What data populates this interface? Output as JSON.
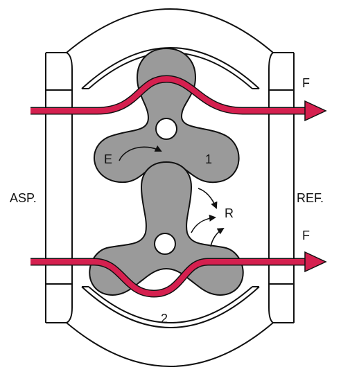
{
  "labels": {
    "inlet": "ASP.",
    "outlet": "REF.",
    "flow_top": "F",
    "flow_bottom": "F",
    "lobe_top": "1",
    "lobe_bottom": "2",
    "entry": "E",
    "return": "R"
  },
  "colors": {
    "lobe_fill": "#9a9a9a",
    "lobe_stroke": "#111111",
    "flow": "#d5204f",
    "line": "#111111",
    "background": "#ffffff"
  }
}
